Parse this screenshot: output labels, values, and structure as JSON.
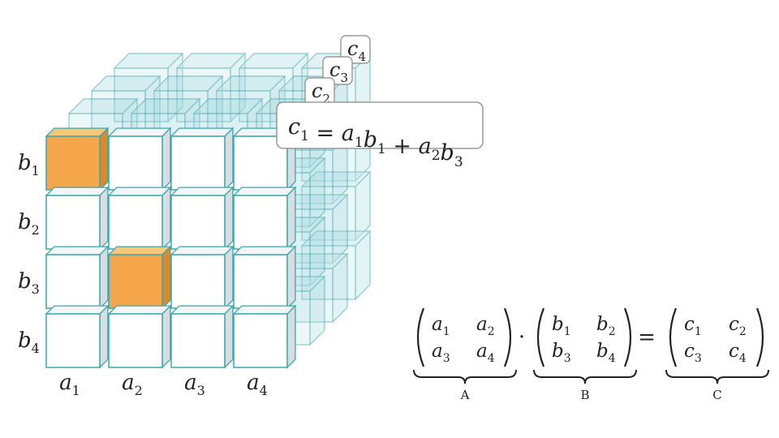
{
  "diagram": {
    "grid_size": 4,
    "row_labels": [
      {
        "base": "b",
        "sub": "1"
      },
      {
        "base": "b",
        "sub": "2"
      },
      {
        "base": "b",
        "sub": "3"
      },
      {
        "base": "b",
        "sub": "4"
      }
    ],
    "col_labels": [
      {
        "base": "a",
        "sub": "1"
      },
      {
        "base": "a",
        "sub": "2"
      },
      {
        "base": "a",
        "sub": "3"
      },
      {
        "base": "a",
        "sub": "4"
      }
    ],
    "highlighted_cells": [
      {
        "row": 1,
        "col": 1
      },
      {
        "row": 3,
        "col": 2
      }
    ],
    "layer_tags": [
      {
        "base": "c",
        "sub": "4"
      },
      {
        "base": "c",
        "sub": "3"
      },
      {
        "base": "c",
        "sub": "2"
      }
    ],
    "callout": {
      "lhs": {
        "base": "c",
        "sub": "1"
      },
      "terms": [
        [
          {
            "base": "a",
            "sub": "1"
          },
          {
            "base": "b",
            "sub": "1"
          }
        ],
        [
          {
            "base": "a",
            "sub": "2"
          },
          {
            "base": "b",
            "sub": "3"
          }
        ]
      ]
    },
    "equation": {
      "matrices": [
        {
          "name": "A",
          "entries": [
            [
              {
                "base": "a",
                "sub": "1"
              },
              {
                "base": "a",
                "sub": "2"
              }
            ],
            [
              {
                "base": "a",
                "sub": "3"
              },
              {
                "base": "a",
                "sub": "4"
              }
            ]
          ]
        },
        {
          "name": "B",
          "entries": [
            [
              {
                "base": "b",
                "sub": "1"
              },
              {
                "base": "b",
                "sub": "2"
              }
            ],
            [
              {
                "base": "b",
                "sub": "3"
              },
              {
                "base": "b",
                "sub": "4"
              }
            ]
          ]
        },
        {
          "name": "C",
          "entries": [
            [
              {
                "base": "c",
                "sub": "1"
              },
              {
                "base": "c",
                "sub": "2"
              }
            ],
            [
              {
                "base": "c",
                "sub": "3"
              },
              {
                "base": "c",
                "sub": "4"
              }
            ]
          ]
        }
      ],
      "operators": [
        "·",
        "="
      ]
    },
    "colors": {
      "cube_fill": "#ffffff",
      "cube_edge": "#3aa7b0",
      "cube_side": "#d8dde0",
      "highlight_front": "#f5a64a",
      "highlight_top": "#f8c77a",
      "highlight_side": "#d98a2c",
      "ghost_fill": "#8fd0d6",
      "ghost_edge": "#2f9aa5"
    }
  }
}
